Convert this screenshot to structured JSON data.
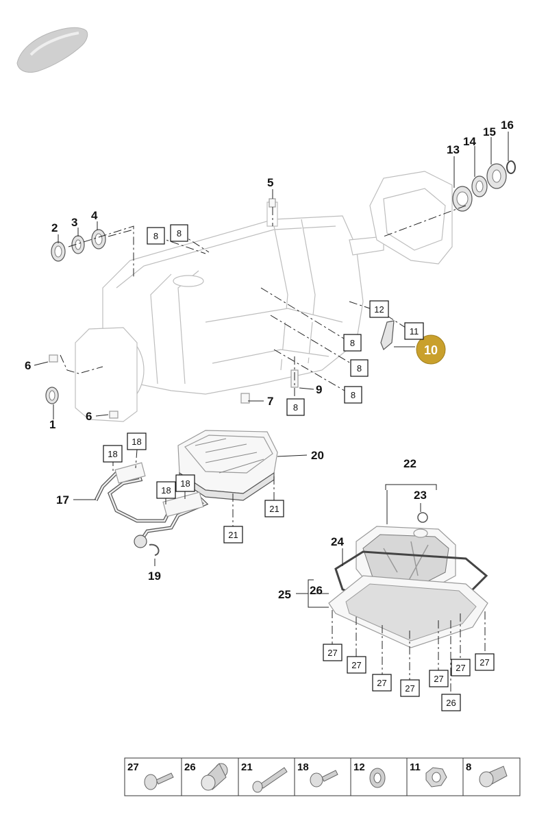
{
  "colors": {
    "highlight": "#c9a02c",
    "line": "#222222",
    "part": "#bdbdbd"
  },
  "icons": {
    "car": "car-silhouette-icon"
  },
  "callouts": {
    "c1": "1",
    "c2": "2",
    "c3": "3",
    "c4": "4",
    "c5": "5",
    "c6a": "6",
    "c6b": "6",
    "c7": "7",
    "c9": "9",
    "c10": "10",
    "c13": "13",
    "c14": "14",
    "c15": "15",
    "c16": "16",
    "c17": "17",
    "c19": "19",
    "c20": "20",
    "c22": "22",
    "c23": "23",
    "c24": "24",
    "c25": "25",
    "c26": "26"
  },
  "boxes": {
    "b8a": "8",
    "b8b": "8",
    "b8c": "8",
    "b8d": "8",
    "b8e": "8",
    "b8f": "8",
    "b11": "11",
    "b12": "12",
    "b18a": "18",
    "b18b": "18",
    "b18c": "18",
    "b18d": "18",
    "b21a": "21",
    "b21b": "21",
    "b27a": "27",
    "b27b": "27",
    "b27c": "27",
    "b27d": "27",
    "b27e": "27",
    "b27f": "27",
    "b27g": "27",
    "b26": "26"
  },
  "legend": [
    "27",
    "26",
    "21",
    "18",
    "12",
    "11",
    "8"
  ]
}
